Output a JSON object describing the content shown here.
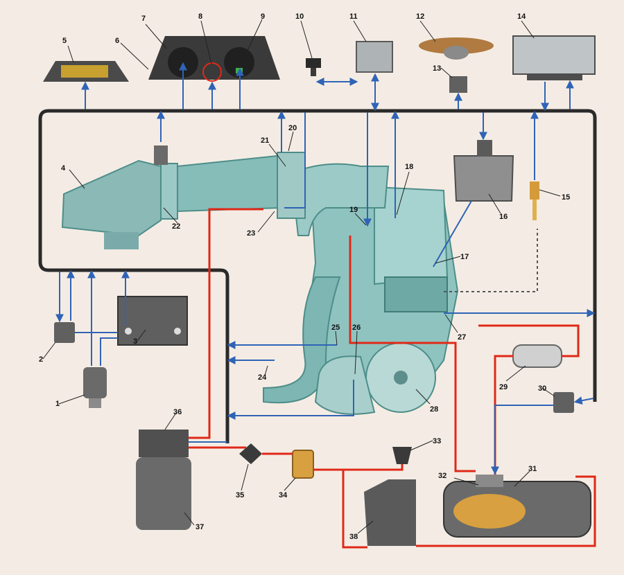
{
  "diagram": {
    "labels": [
      "1",
      "2",
      "3",
      "4",
      "5",
      "6",
      "7",
      "8",
      "9",
      "10",
      "11",
      "12",
      "13",
      "14",
      "15",
      "16",
      "17",
      "18",
      "19",
      "20",
      "21",
      "22",
      "23",
      "24",
      "25",
      "26",
      "27",
      "28",
      "29",
      "30",
      "31",
      "32",
      "33",
      "34",
      "35",
      "36",
      "37",
      "38"
    ],
    "colors": {
      "background": "#f4ece4",
      "bus": "#2a2a2a",
      "signal": "#2f63b6",
      "fuel": "#e02818",
      "engine": "#8fc3c0",
      "device": "#5a5a5a"
    }
  }
}
